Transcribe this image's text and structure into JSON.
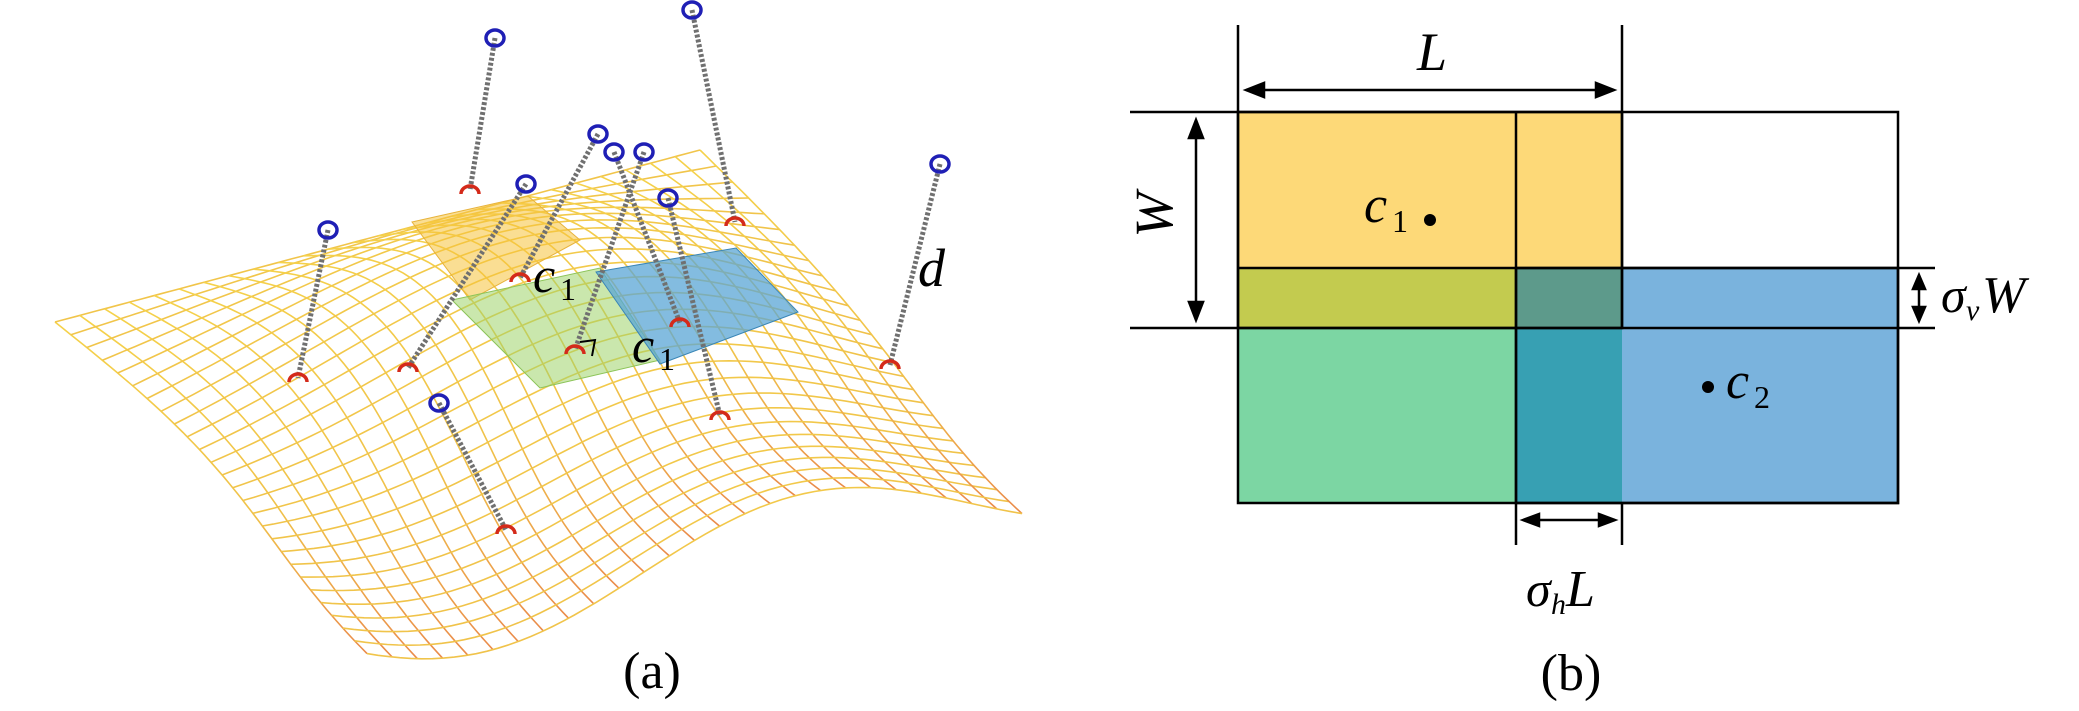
{
  "panel_a": {
    "caption": "(a)",
    "labels": {
      "c_upper": "c",
      "c_upper_sub": "1",
      "c_lower": "c",
      "c_lower_sub": "1",
      "d": "d"
    },
    "colors": {
      "grid": "#f0c24a",
      "grid_edge": "#e88a4a",
      "patch_yellow": "#f6c33a",
      "patch_green": "#9fd36a",
      "patch_blue": "#5aa6d6",
      "rod": "#707070",
      "sensor_top": "#1f1fb5",
      "sensor_bottom": "#d42a1a"
    }
  },
  "panel_b": {
    "caption": "(b)",
    "labels": {
      "L": "L",
      "W": "W",
      "c1": "c",
      "c1_sub": "1",
      "c2": "c",
      "c2_sub": "2",
      "sigma_v_W": "W",
      "sigma_v_sym": "σ",
      "sigma_v_sub": "v",
      "sigma_h_L": "L",
      "sigma_h_sym": "σ",
      "sigma_h_sub": "h"
    },
    "colors": {
      "yellow": "#fdd978",
      "blue": "#7ab3dd",
      "green": "#7cd6a3",
      "olive": "#c3cb4f",
      "teal": "#5d9a8b",
      "dark_teal": "#37a0b3"
    }
  }
}
